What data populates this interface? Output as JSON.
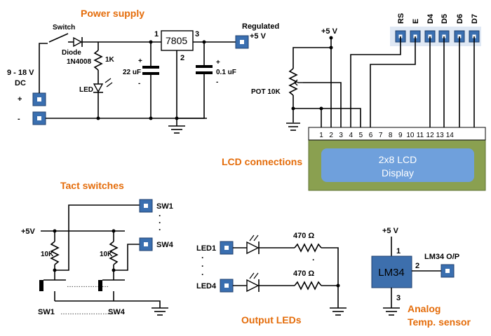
{
  "titles": {
    "power_supply": "Power supply",
    "lcd_connections": "LCD connections",
    "tact_switches": "Tact switches",
    "output_leds": "Output LEDs",
    "analog_temp_1": "Analog",
    "analog_temp_2": "Temp. sensor"
  },
  "power": {
    "switch": "Switch",
    "diode_1": "Diode",
    "diode_2": "1N4008",
    "r1k": "1K",
    "led": "LED",
    "input_1": "9 - 18 V",
    "input_2": "DC",
    "plus": "+",
    "minus": "-",
    "regulator": "7805",
    "pin1": "1",
    "pin2": "2",
    "pin3": "3",
    "c1": "22 uF",
    "c2": "0.1 uF",
    "cplus": "+",
    "cminus": "-",
    "regulated_1": "Regulated",
    "regulated_2": "+5 V"
  },
  "lcd": {
    "vcc": "+5 V",
    "pot": "POT 10K",
    "display_1": "2x8 LCD",
    "display_2": "Display",
    "pins": [
      "1",
      "2",
      "3",
      "4",
      "5",
      "6",
      "7",
      "8",
      "9",
      "10",
      "11",
      "12",
      "13",
      "14"
    ],
    "header": [
      "RS",
      "E",
      "D4",
      "D5",
      "D6",
      "D7"
    ]
  },
  "switches": {
    "vcc": "+5V",
    "r1": "10K",
    "r2": "10K",
    "sw1_out": "SW1",
    "sw4_out": "SW4",
    "sw1_bottom": "SW1",
    "sw4_bottom": "SW4",
    "dots_vertical": "·",
    "dots_horizontal": "………………",
    "dots_bottom": "……………………"
  },
  "leds": {
    "led1": "LED1",
    "led4": "LED4",
    "r1": "470 Ω",
    "r2": "470 Ω",
    "dot": "·"
  },
  "sensor": {
    "vcc": "+5 V",
    "chip": "LM34",
    "pin1": "1",
    "pin2": "2",
    "pin3": "3",
    "output": "LM34 O/P"
  },
  "colors": {
    "title": "#e46c0a",
    "terminal": "#3a6fb0",
    "lcd_body": "#8aa050",
    "lcd_screen": "#6fa0dc",
    "chip": "#3d6fad"
  }
}
